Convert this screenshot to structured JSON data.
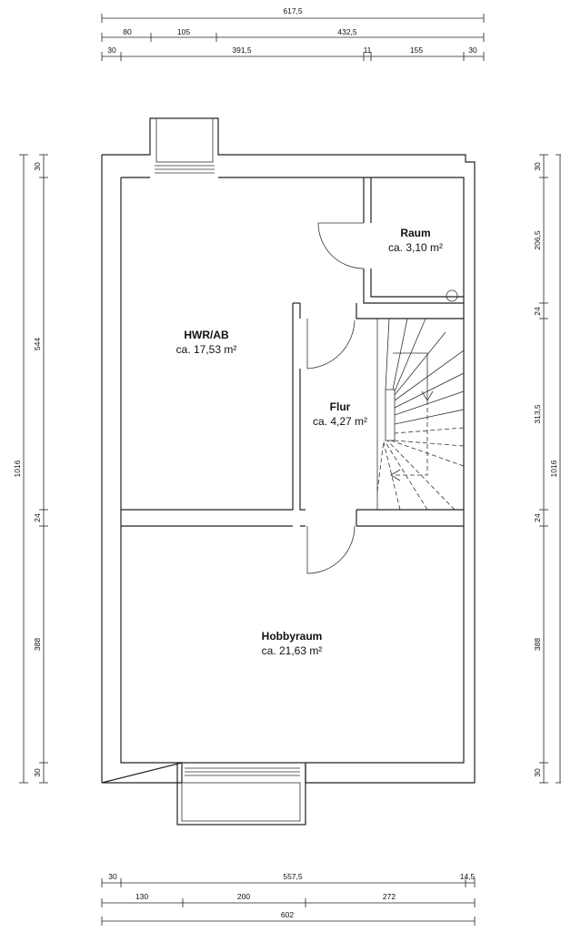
{
  "rooms": {
    "hwr": {
      "name": "HWR/AB",
      "area": "ca. 17,53 m²"
    },
    "raum": {
      "name": "Raum",
      "area": "ca. 3,10 m²"
    },
    "flur": {
      "name": "Flur",
      "area": "ca. 4,27 m²"
    },
    "hobby": {
      "name": "Hobbyraum",
      "area": "ca. 21,63 m²"
    }
  },
  "dimensions": {
    "top": {
      "total": "617,5",
      "row2": [
        "80",
        "105",
        "432,5"
      ],
      "row3": [
        "30",
        "391,5",
        "11",
        "155",
        "30"
      ]
    },
    "bottom": {
      "row1": [
        "30",
        "557,5",
        "14,5"
      ],
      "row2": [
        "130",
        "200",
        "272"
      ],
      "total": "602"
    },
    "left": {
      "segments": [
        "30",
        "544",
        "24",
        "388",
        "30"
      ],
      "total": "1016"
    },
    "right": {
      "segments": [
        "30",
        "206,5",
        "24",
        "313,5",
        "24",
        "388",
        "30"
      ],
      "total": "1016"
    }
  }
}
